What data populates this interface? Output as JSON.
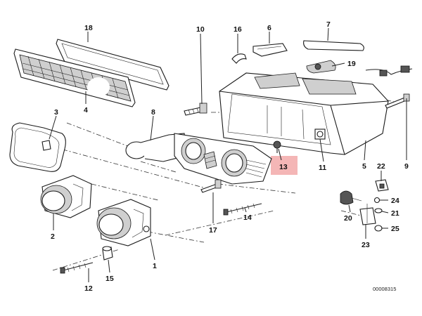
{
  "highlight_color": "#f4b6b6",
  "highlighted_part": "13",
  "callouts": [
    {
      "id": "p18",
      "label": "18"
    },
    {
      "id": "p4",
      "label": "4"
    },
    {
      "id": "p3",
      "label": "3"
    },
    {
      "id": "p8",
      "label": "8"
    },
    {
      "id": "p10",
      "label": "10"
    },
    {
      "id": "p16",
      "label": "16"
    },
    {
      "id": "p6",
      "label": "6"
    },
    {
      "id": "p7",
      "label": "7"
    },
    {
      "id": "p19",
      "label": "19"
    },
    {
      "id": "p9",
      "label": "9"
    },
    {
      "id": "p5",
      "label": "5"
    },
    {
      "id": "p11",
      "label": "11"
    },
    {
      "id": "p13",
      "label": "13"
    },
    {
      "id": "p22",
      "label": "22"
    },
    {
      "id": "p24",
      "label": "24"
    },
    {
      "id": "p21",
      "label": "21"
    },
    {
      "id": "p20",
      "label": "20"
    },
    {
      "id": "p25",
      "label": "25"
    },
    {
      "id": "p23",
      "label": "23"
    },
    {
      "id": "p2",
      "label": "2"
    },
    {
      "id": "p1",
      "label": "1"
    },
    {
      "id": "p17",
      "label": "17"
    },
    {
      "id": "p14",
      "label": "14"
    },
    {
      "id": "p12",
      "label": "12"
    },
    {
      "id": "p15",
      "label": "15"
    }
  ],
  "catalog_number": "00008315"
}
